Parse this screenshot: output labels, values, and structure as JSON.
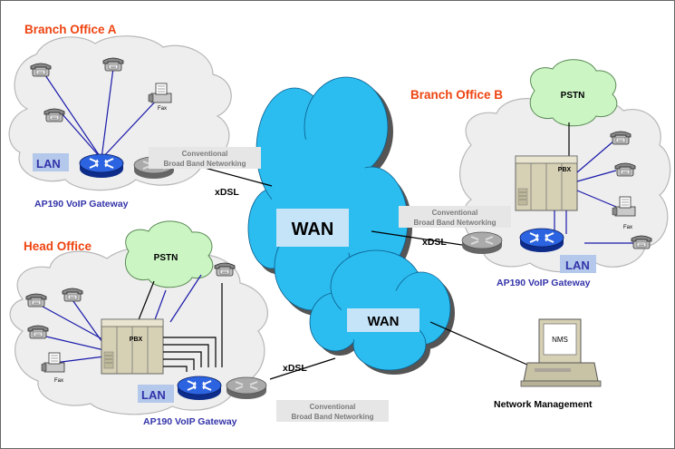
{
  "colors": {
    "title": "#ee4411",
    "gateway_text": "#3333aa",
    "lan_text": "#3333aa",
    "wan_fill": "#2bbcf0",
    "pstn_fill": "#ccf5c4",
    "site_cloud_fill": "#eeeeee",
    "router_fill": "#2255dd",
    "modem_fill": "#999999"
  },
  "sites": {
    "branch_a": {
      "title": "Branch Office A",
      "lan": "LAN",
      "gateway": "AP190 VoIP Gateway",
      "fax": "Fax",
      "conventional": [
        "Conventional",
        "Broad Band Networking"
      ]
    },
    "branch_b": {
      "title": "Branch Office B",
      "lan": "LAN",
      "gateway": "AP190 VoIP Gateway",
      "fax": "Fax",
      "pbx": "PBX",
      "pstn": "PSTN",
      "conventional": [
        "Conventional",
        "Broad Band Networking"
      ]
    },
    "head": {
      "title": "Head Office",
      "lan": "LAN",
      "gateway": "AP190 VoIP Gateway",
      "fax": "Fax",
      "pbx": "PBX",
      "pstn": "PSTN",
      "conventional": [
        "Conventional",
        "Broad Band Networking"
      ]
    }
  },
  "wan": {
    "main": "WAN",
    "secondary": "WAN"
  },
  "links": {
    "xdsl_a": "xDSL",
    "xdsl_b": "xDSL",
    "xdsl_head": "xDSL"
  },
  "nms": {
    "screen": "NMS",
    "label": "Network Management"
  }
}
